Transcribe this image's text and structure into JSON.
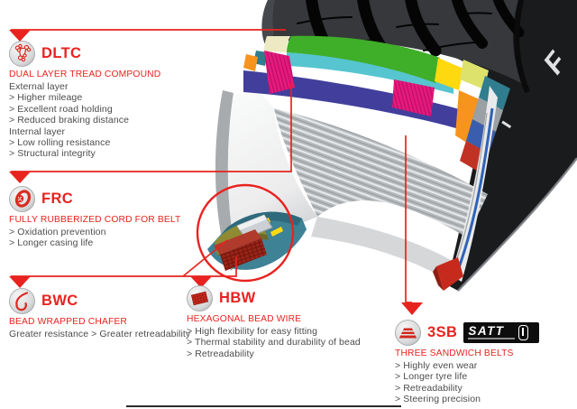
{
  "accent_color": "#e8231f",
  "sections": {
    "dltc": {
      "code": "DLTC",
      "name": "DUAL LAYER TREAD COMPOUND",
      "items": [
        "External layer",
        "> Higher mileage",
        "> Excellent road holding",
        "> Reduced braking distance",
        "Internal layer",
        "> Low rolling resistance",
        "> Structural integrity"
      ]
    },
    "frc": {
      "code": "FRC",
      "name": "FULLY RUBBERIZED CORD FOR BELT",
      "items": [
        "> Oxidation prevention",
        "> Longer casing life"
      ]
    },
    "bwc": {
      "code": "BWC",
      "name": "BEAD WRAPPED CHAFER",
      "items": [
        "Greater resistance > Greater retreadability"
      ]
    },
    "hbw": {
      "code": "HBW",
      "name": "HEXAGONAL BEAD WIRE",
      "items": [
        "> High flexibility for easy fitting",
        "> Thermal stability and durability of bead",
        "> Retreadability"
      ]
    },
    "tsb": {
      "code": "3SB",
      "name": "THREE SANDWICH BELTS",
      "logo": "SATT",
      "items": [
        "> Highly even wear",
        "> Longer tyre life",
        "> Retreadability",
        "> Steering precision"
      ]
    }
  },
  "illustration": {
    "subject": "truck tyre cutaway with technology callouts",
    "layer_colors": {
      "tread_black": "#1a1b1d",
      "tread_face": "#36383b",
      "cream_cap": "#ece9c3",
      "green_external_tread": "#3fae29",
      "cyan_internal_tread": "#56c5d0",
      "indigo_belt": "#423f9c",
      "magenta_frc_cord": "#e6197e",
      "yellow_belt_edge": "#ffd90f",
      "orange_belt": "#f7941d",
      "yellow_green_strip": "#dce26b",
      "teal_casing": "#3e8296",
      "steel_belt_grey": "#b7bbbe",
      "inner_liner_white": "#f2f3f3",
      "bead_wire_dark_red": "#9b2418",
      "chafer_olive": "#8f8a33",
      "bead_core_silver": "#ccd0d4",
      "sidewall_blue_line": "#2f62b8",
      "sidewall_red_tip": "#c62a1c"
    }
  }
}
